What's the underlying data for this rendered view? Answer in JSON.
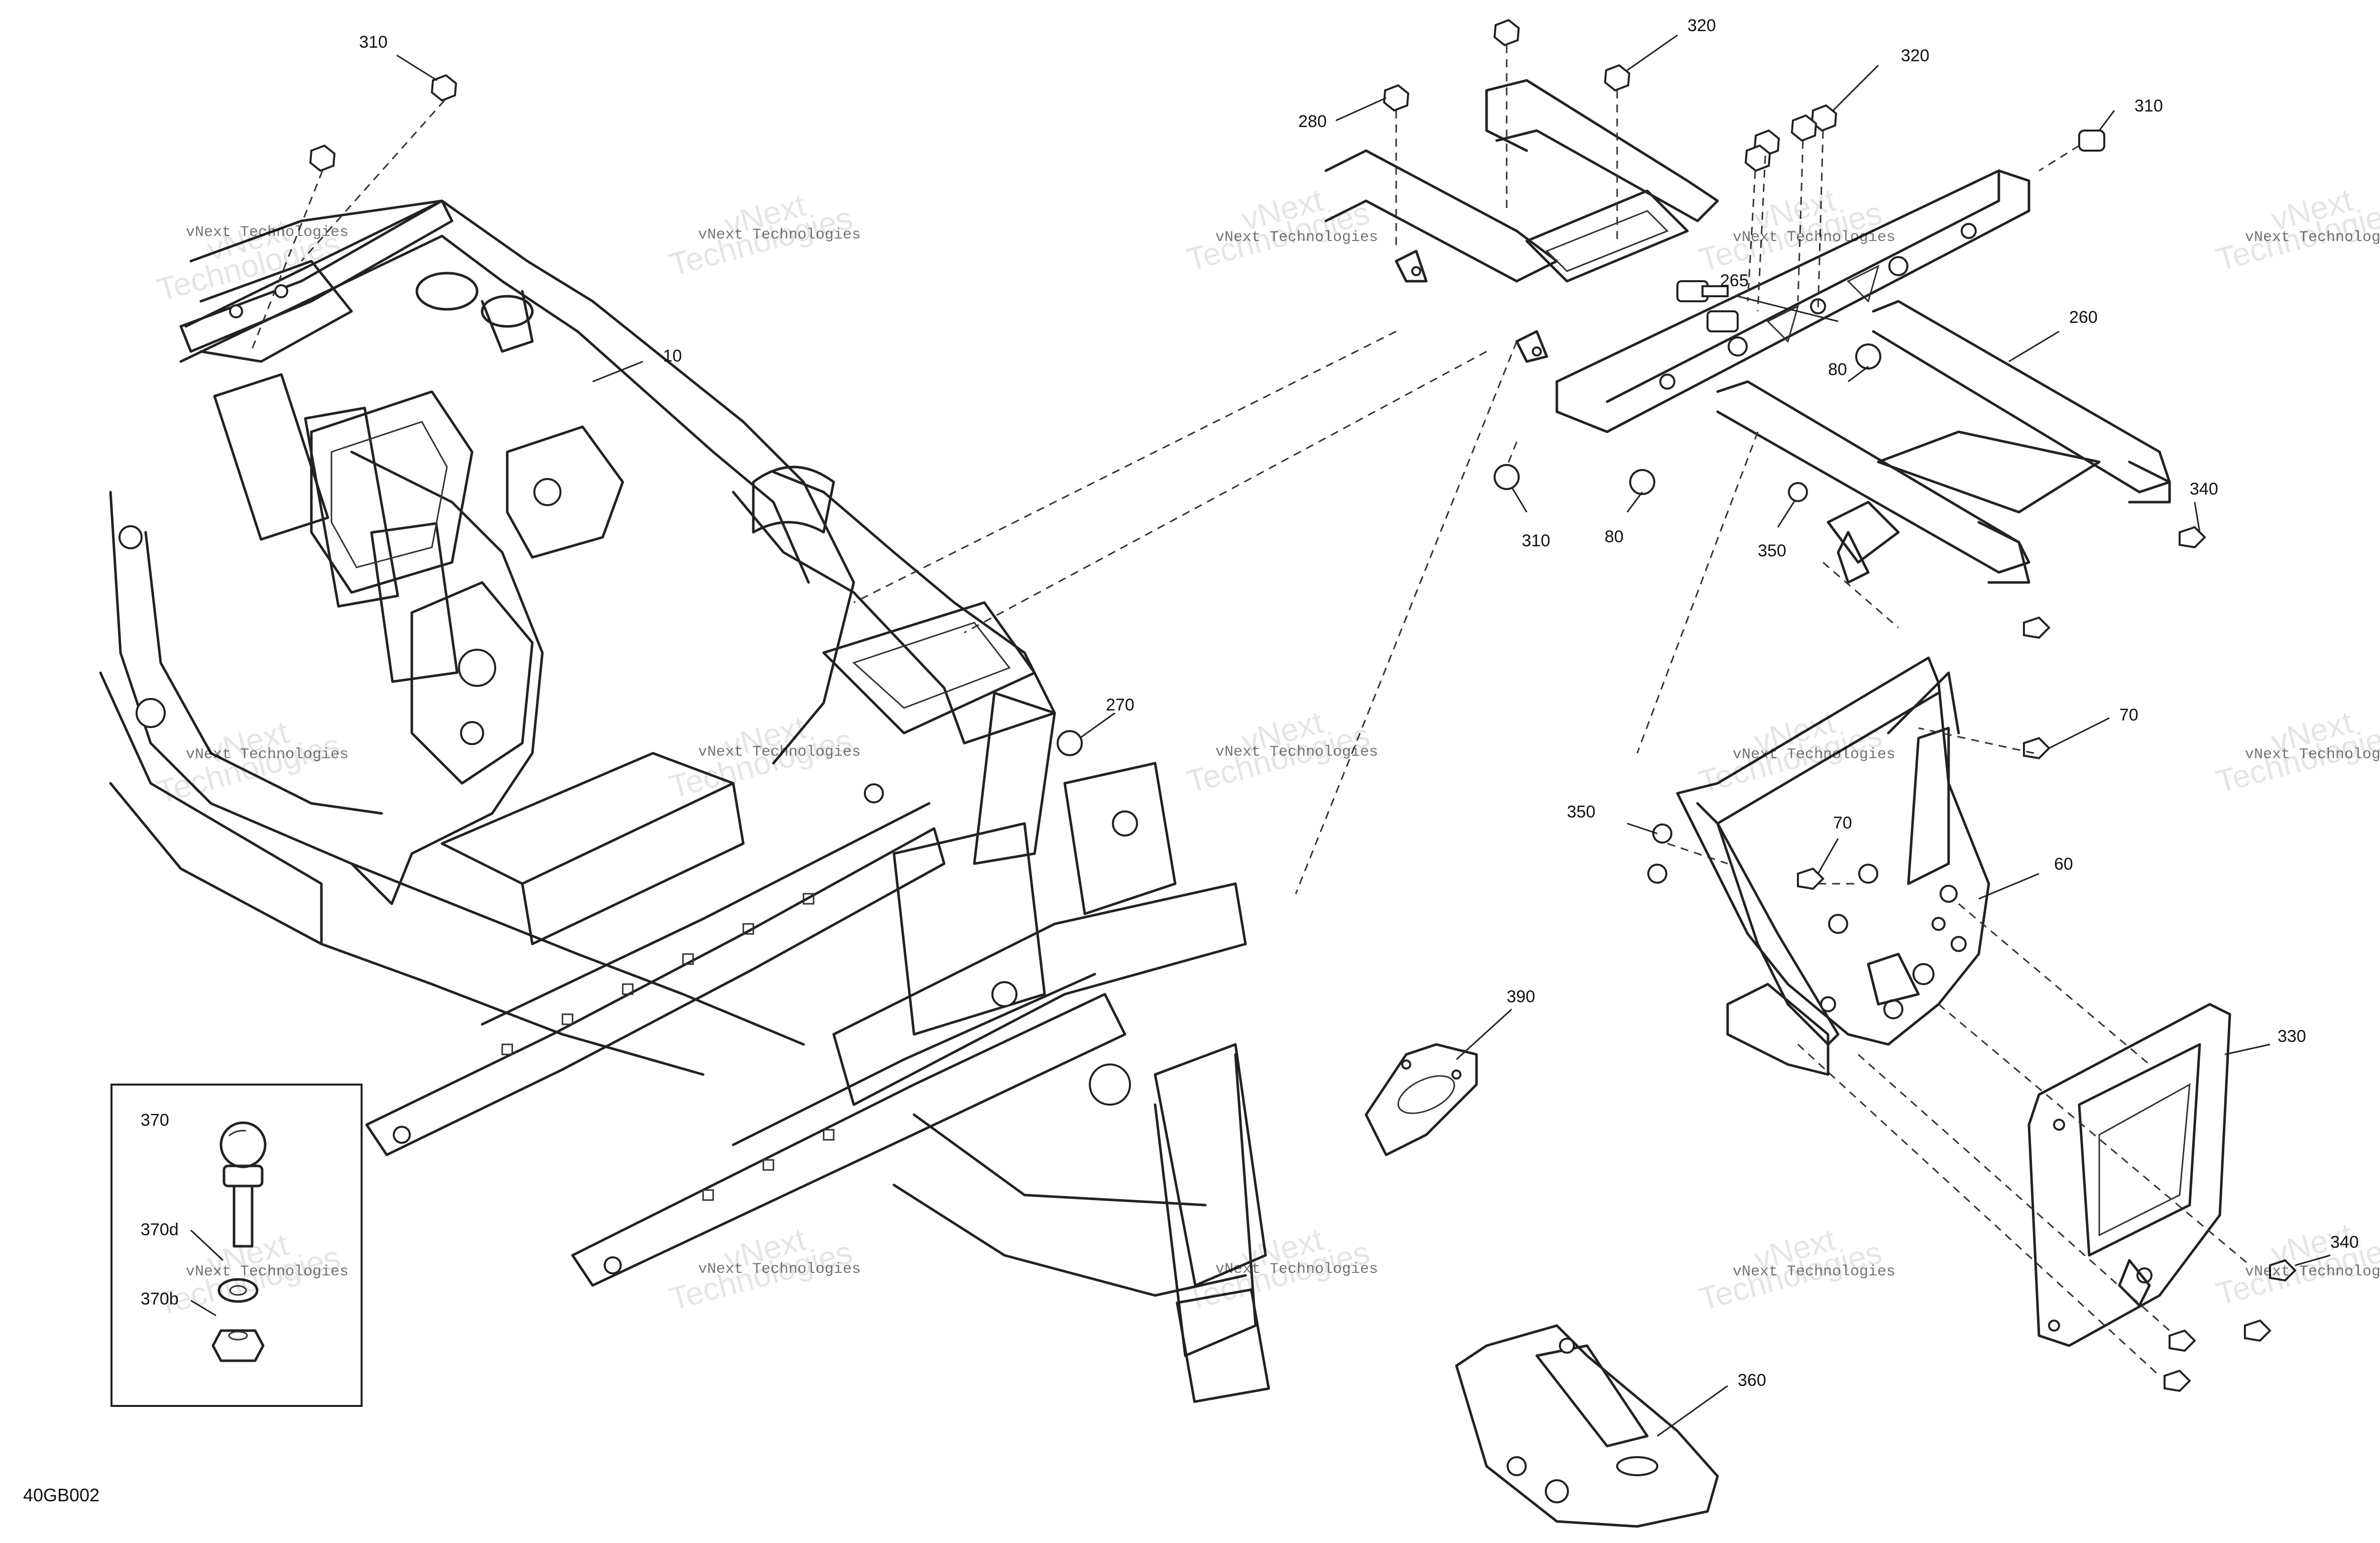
{
  "diagram": {
    "code": "40GB002",
    "watermark_text": "vNext Technologies",
    "watermark_big_1": "vNext",
    "watermark_big_2": "Technologies",
    "inset_labels": [
      "370",
      "370d",
      "370b"
    ]
  },
  "callouts": [
    {
      "id": "c310a",
      "label": "310"
    },
    {
      "id": "c10",
      "label": "10"
    },
    {
      "id": "c320a",
      "label": "320"
    },
    {
      "id": "c320b",
      "label": "320"
    },
    {
      "id": "c280",
      "label": "280"
    },
    {
      "id": "c310b",
      "label": "310"
    },
    {
      "id": "c265",
      "label": "265"
    },
    {
      "id": "c260",
      "label": "260"
    },
    {
      "id": "c80a",
      "label": "80"
    },
    {
      "id": "c310c",
      "label": "310"
    },
    {
      "id": "c80b",
      "label": "80"
    },
    {
      "id": "c350a",
      "label": "350"
    },
    {
      "id": "c340a",
      "label": "340"
    },
    {
      "id": "c270",
      "label": "270"
    },
    {
      "id": "c70a",
      "label": "70"
    },
    {
      "id": "c350b",
      "label": "350"
    },
    {
      "id": "c70b",
      "label": "70"
    },
    {
      "id": "c60",
      "label": "60"
    },
    {
      "id": "c390",
      "label": "390"
    },
    {
      "id": "c330",
      "label": "330"
    },
    {
      "id": "c340b",
      "label": "340"
    },
    {
      "id": "c360",
      "label": "360"
    }
  ]
}
